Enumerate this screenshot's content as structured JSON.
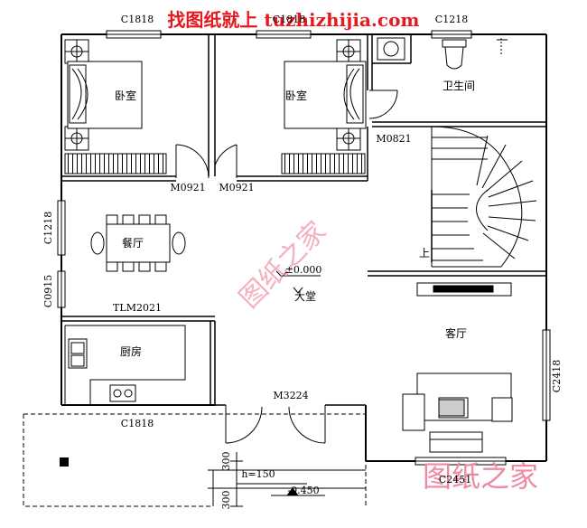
{
  "watermark": {
    "top_banner": "找图纸就上 tuzhizhijia.com",
    "diagonal": "图纸之家",
    "bottom": "图纸之家"
  },
  "rooms": {
    "bedroom_left": "卧室",
    "bedroom_right": "卧室",
    "bathroom": "卫生间",
    "dining": "餐厅",
    "kitchen": "厨房",
    "hall": "大堂",
    "living": "客厅"
  },
  "labels": {
    "window_top_left": "C1818",
    "window_top_mid": "C1818",
    "window_top_right": "C1218",
    "door_bath": "M0821",
    "door_bed_left": "M0921",
    "door_bed_right": "M0921",
    "window_dining": "C1218",
    "window_side": "C0915",
    "sliding_door": "TLM2021",
    "window_kitchen": "C1818",
    "entry_door": "M3224",
    "window_living_side": "C2418",
    "window_living_bottom": "C2451",
    "stair_up": "上",
    "elevation_zero": "±0.000",
    "step_height": "h=150",
    "elevation_outside": "-0.450",
    "dim_300_a": "300",
    "dim_300_b": "300"
  }
}
